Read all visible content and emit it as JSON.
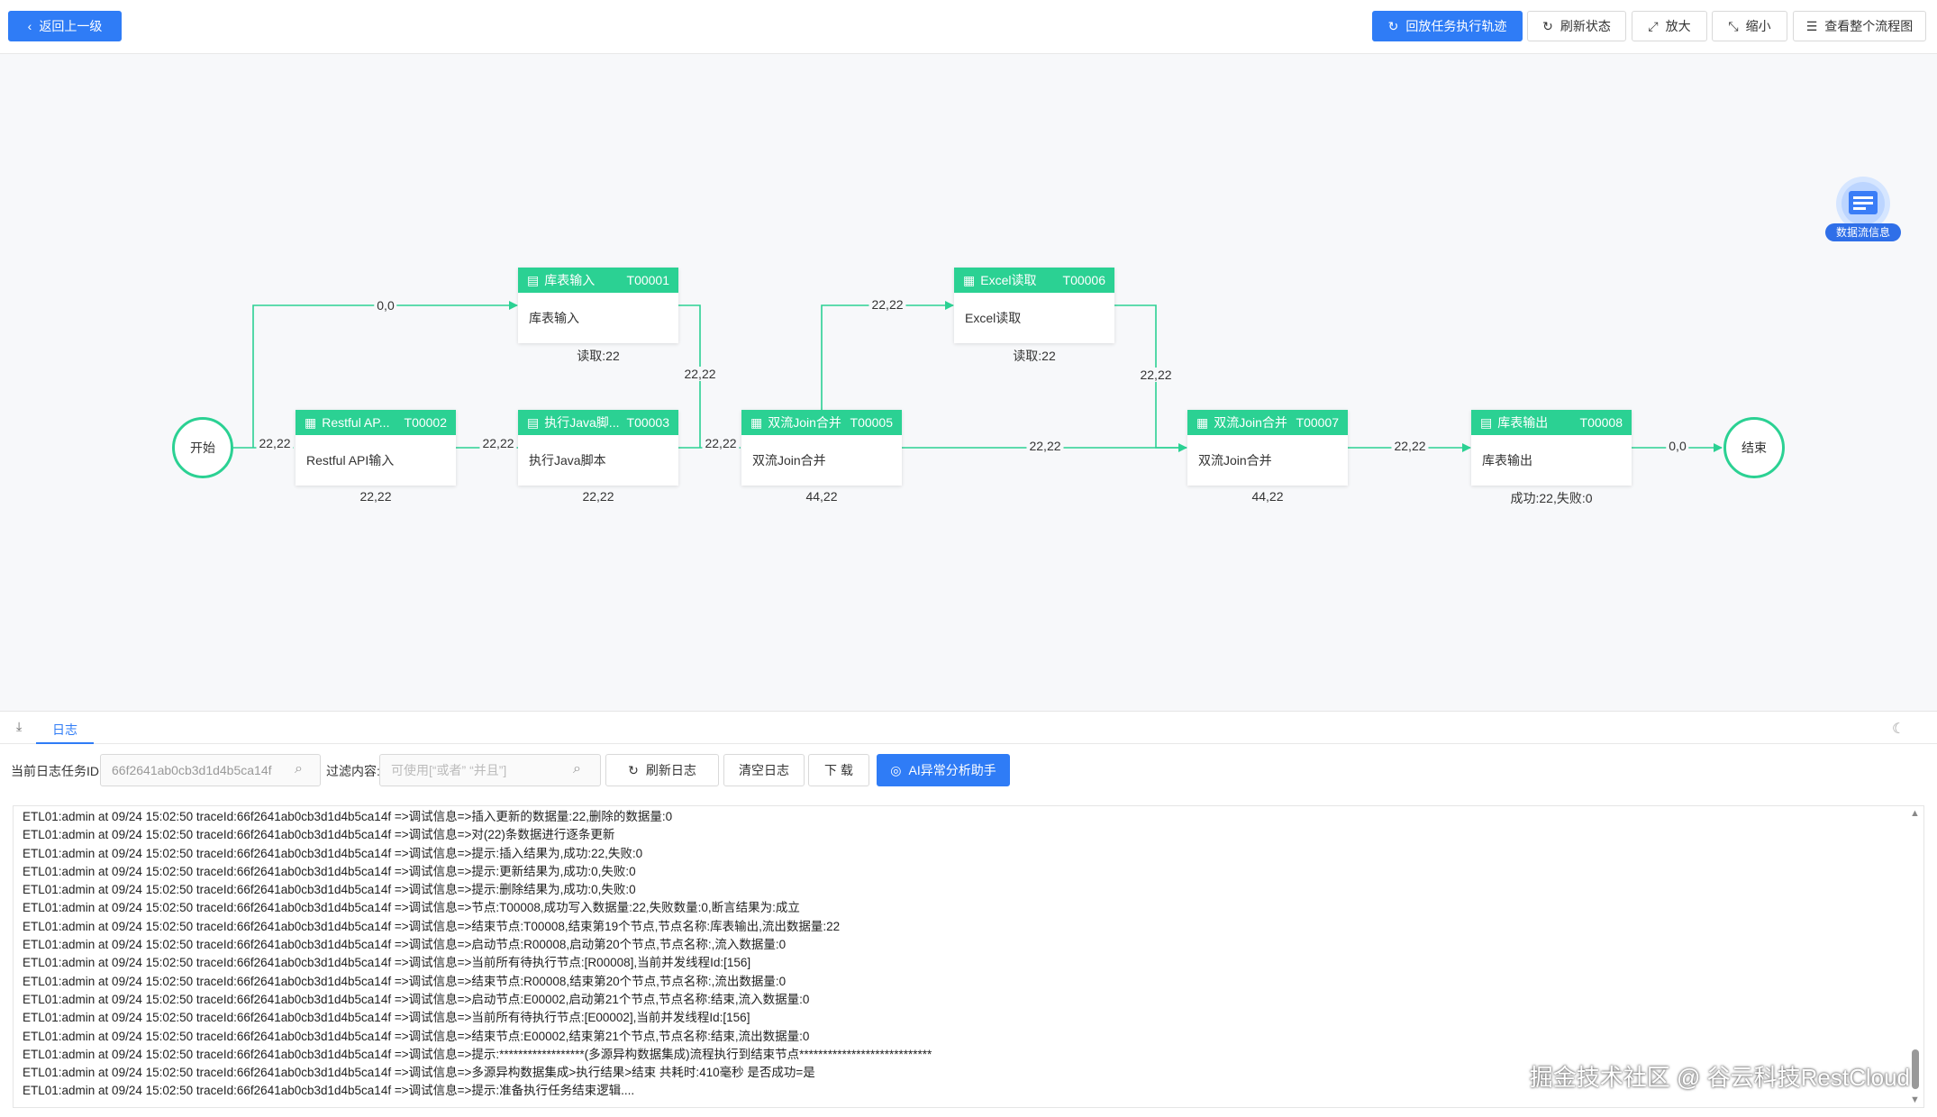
{
  "topbar": {
    "back_label": "返回上一级",
    "replay_label": "回放任务执行轨迹",
    "refresh_label": "刷新状态",
    "zoom_in_label": "放大",
    "zoom_out_label": "缩小",
    "view_all_label": "查看整个流程图"
  },
  "flow": {
    "start_label": "开始",
    "end_label": "结束",
    "data_info_label": "数据流信息",
    "nodes": [
      {
        "id": "T00001",
        "head": "库表输入",
        "body": "库表输入",
        "stat": "读取:22"
      },
      {
        "id": "T00002",
        "head": "Restful AP...",
        "body": "Restful API输入",
        "stat": "22,22"
      },
      {
        "id": "T00003",
        "head": "执行Java脚...",
        "body": "执行Java脚本",
        "stat": "22,22"
      },
      {
        "id": "T00005",
        "head": "双流Join合并",
        "body": "双流Join合并",
        "stat": "44,22"
      },
      {
        "id": "T00006",
        "head": "Excel读取",
        "body": "Excel读取",
        "stat": "读取:22"
      },
      {
        "id": "T00007",
        "head": "双流Join合并",
        "body": "双流Join合并",
        "stat": "44,22"
      },
      {
        "id": "T00008",
        "head": "库表输出",
        "body": "库表输出",
        "stat": "成功:22,失败:0"
      }
    ],
    "edges": {
      "start_t1": "0,0",
      "start_t2": "22,22",
      "t2_t3": "22,22",
      "t1_t5": "22,22",
      "t3_t5": "22,22",
      "t5_t6": "22,22",
      "t5_t7": "22,22",
      "t6_t7": "22,22",
      "t7_t8": "22,22",
      "t8_end": "0,0"
    }
  },
  "log": {
    "tab_label": "日志",
    "task_id_label": "当前日志任务ID:",
    "task_id_value": "66f2641ab0cb3d1d4b5ca14f",
    "filter_label": "过滤内容:",
    "filter_placeholder": "可使用[“或者” “并且”]",
    "refresh_log_label": "刷新日志",
    "clear_log_label": "清空日志",
    "download_label": "下 载",
    "ai_label": "AI异常分析助手",
    "lines": [
      "ETL01:admin at 09/24 15:02:50 traceId:66f2641ab0cb3d1d4b5ca14f =>调试信息=>插入更新的数据量:22,删除的数据量:0",
      "ETL01:admin at 09/24 15:02:50 traceId:66f2641ab0cb3d1d4b5ca14f =>调试信息=>对(22)条数据进行逐条更新",
      "ETL01:admin at 09/24 15:02:50 traceId:66f2641ab0cb3d1d4b5ca14f =>调试信息=>提示:插入结果为,成功:22,失败:0",
      "ETL01:admin at 09/24 15:02:50 traceId:66f2641ab0cb3d1d4b5ca14f =>调试信息=>提示:更新结果为,成功:0,失败:0",
      "ETL01:admin at 09/24 15:02:50 traceId:66f2641ab0cb3d1d4b5ca14f =>调试信息=>提示:删除结果为,成功:0,失败:0",
      "ETL01:admin at 09/24 15:02:50 traceId:66f2641ab0cb3d1d4b5ca14f =>调试信息=>节点:T00008,成功写入数据量:22,失败数量:0,断言结果为:成立",
      "ETL01:admin at 09/24 15:02:50 traceId:66f2641ab0cb3d1d4b5ca14f =>调试信息=>结束节点:T00008,结束第19个节点,节点名称:库表输出,流出数据量:22",
      "ETL01:admin at 09/24 15:02:50 traceId:66f2641ab0cb3d1d4b5ca14f =>调试信息=>启动节点:R00008,启动第20个节点,节点名称:,流入数据量:0",
      "ETL01:admin at 09/24 15:02:50 traceId:66f2641ab0cb3d1d4b5ca14f =>调试信息=>当前所有待执行节点:[R00008],当前并发线程Id:[156]",
      "ETL01:admin at 09/24 15:02:50 traceId:66f2641ab0cb3d1d4b5ca14f =>调试信息=>结束节点:R00008,结束第20个节点,节点名称:,流出数据量:0",
      "ETL01:admin at 09/24 15:02:50 traceId:66f2641ab0cb3d1d4b5ca14f =>调试信息=>启动节点:E00002,启动第21个节点,节点名称:结束,流入数据量:0",
      "ETL01:admin at 09/24 15:02:50 traceId:66f2641ab0cb3d1d4b5ca14f =>调试信息=>当前所有待执行节点:[E00002],当前并发线程Id:[156]",
      "ETL01:admin at 09/24 15:02:50 traceId:66f2641ab0cb3d1d4b5ca14f =>调试信息=>结束节点:E00002,结束第21个节点,节点名称:结束,流出数据量:0",
      "ETL01:admin at 09/24 15:02:50 traceId:66f2641ab0cb3d1d4b5ca14f =>调试信息=>提示:******************(多源异构数据集成)流程执行到结束节点****************************",
      "ETL01:admin at 09/24 15:02:50 traceId:66f2641ab0cb3d1d4b5ca14f =>调试信息=>多源异构数据集成>执行结果>结束 共耗时:410毫秒 是否成功=是",
      "ETL01:admin at 09/24 15:02:50 traceId:66f2641ab0cb3d1d4b5ca14f =>调试信息=>提示:准备执行任务结束逻辑...."
    ]
  },
  "watermark": "掘金技术社区 @ 谷云科技RestCloud",
  "colors": {
    "accent": "#2f7cf6",
    "node_green": "#2bd193",
    "edge": "#2bd193"
  }
}
